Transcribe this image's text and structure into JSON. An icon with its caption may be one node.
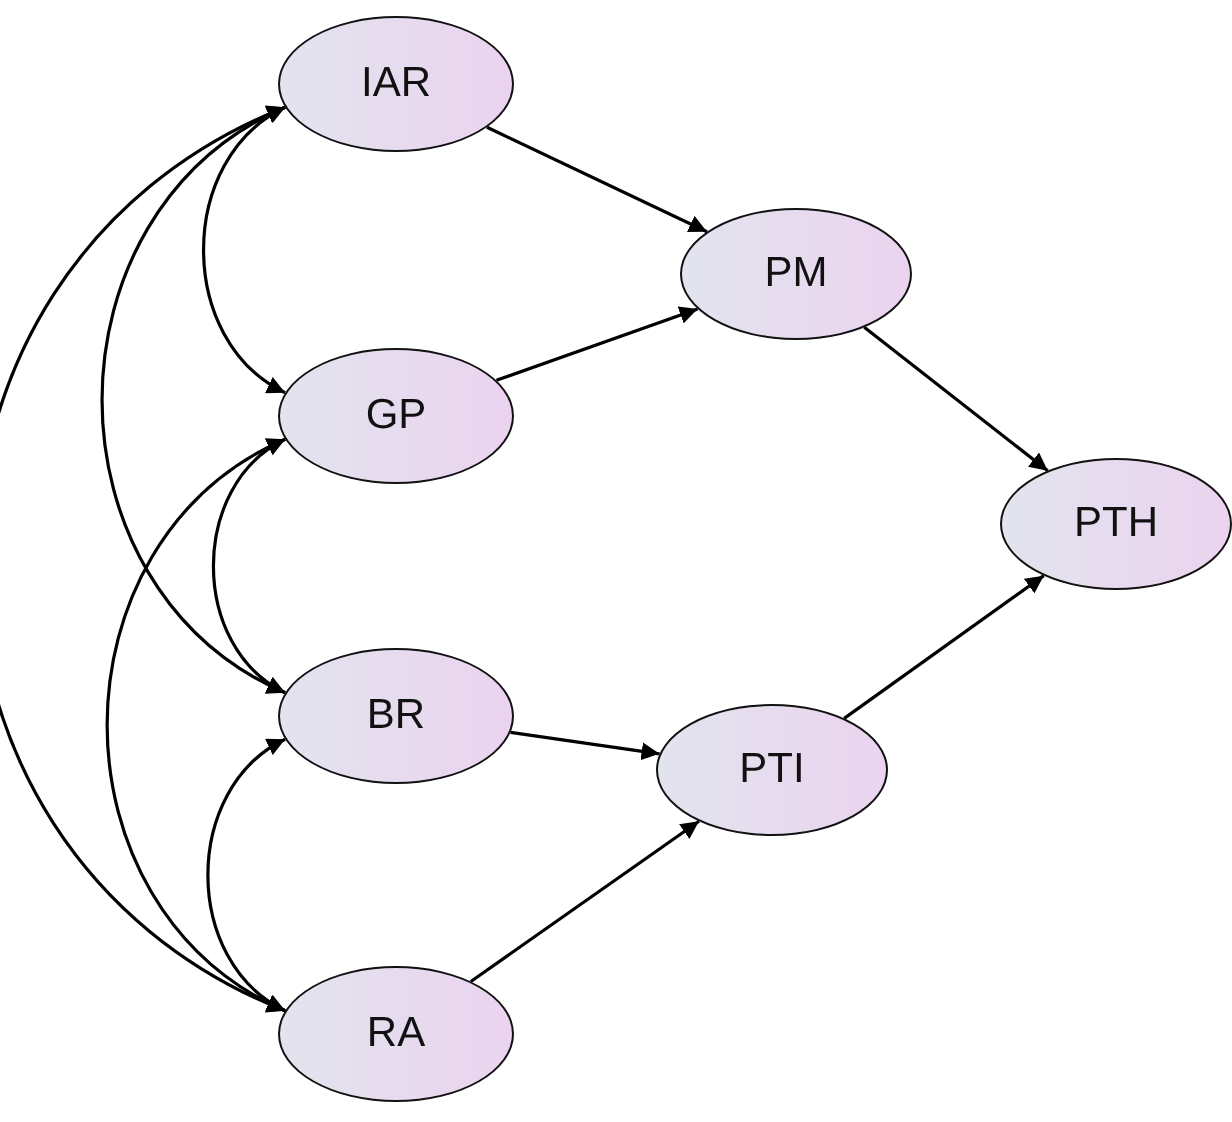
{
  "diagram": {
    "nodes": [
      {
        "text": [
          "IAR"
        ]
      },
      {
        "text": [
          "GP"
        ]
      },
      {
        "text": [
          "BR"
        ]
      },
      {
        "text": [
          "RA"
        ]
      },
      {
        "text": [
          "PM"
        ]
      },
      {
        "text": [
          "PTI"
        ]
      },
      {
        "text": [
          "PTH"
        ]
      }
    ],
    "edges": [
      {
        "from": 0,
        "to": 1,
        "arrow": "both"
      },
      {
        "from": 0,
        "to": 2,
        "arrow": "both"
      },
      {
        "from": 0,
        "to": 3,
        "arrow": "both"
      },
      {
        "from": 1,
        "to": 2,
        "arrow": "both"
      },
      {
        "from": 1,
        "to": 3,
        "arrow": "both"
      },
      {
        "from": 2,
        "to": 3,
        "arrow": "both"
      },
      {
        "from": 0,
        "to": 4,
        "arrow": "to"
      },
      {
        "from": 1,
        "to": 4,
        "arrow": "to"
      },
      {
        "from": 2,
        "to": 5,
        "arrow": "to"
      },
      {
        "from": 3,
        "to": 5,
        "arrow": "to"
      },
      {
        "from": 4,
        "to": 6,
        "arrow": "to"
      },
      {
        "from": 5,
        "to": 6,
        "arrow": "to"
      }
    ]
  }
}
